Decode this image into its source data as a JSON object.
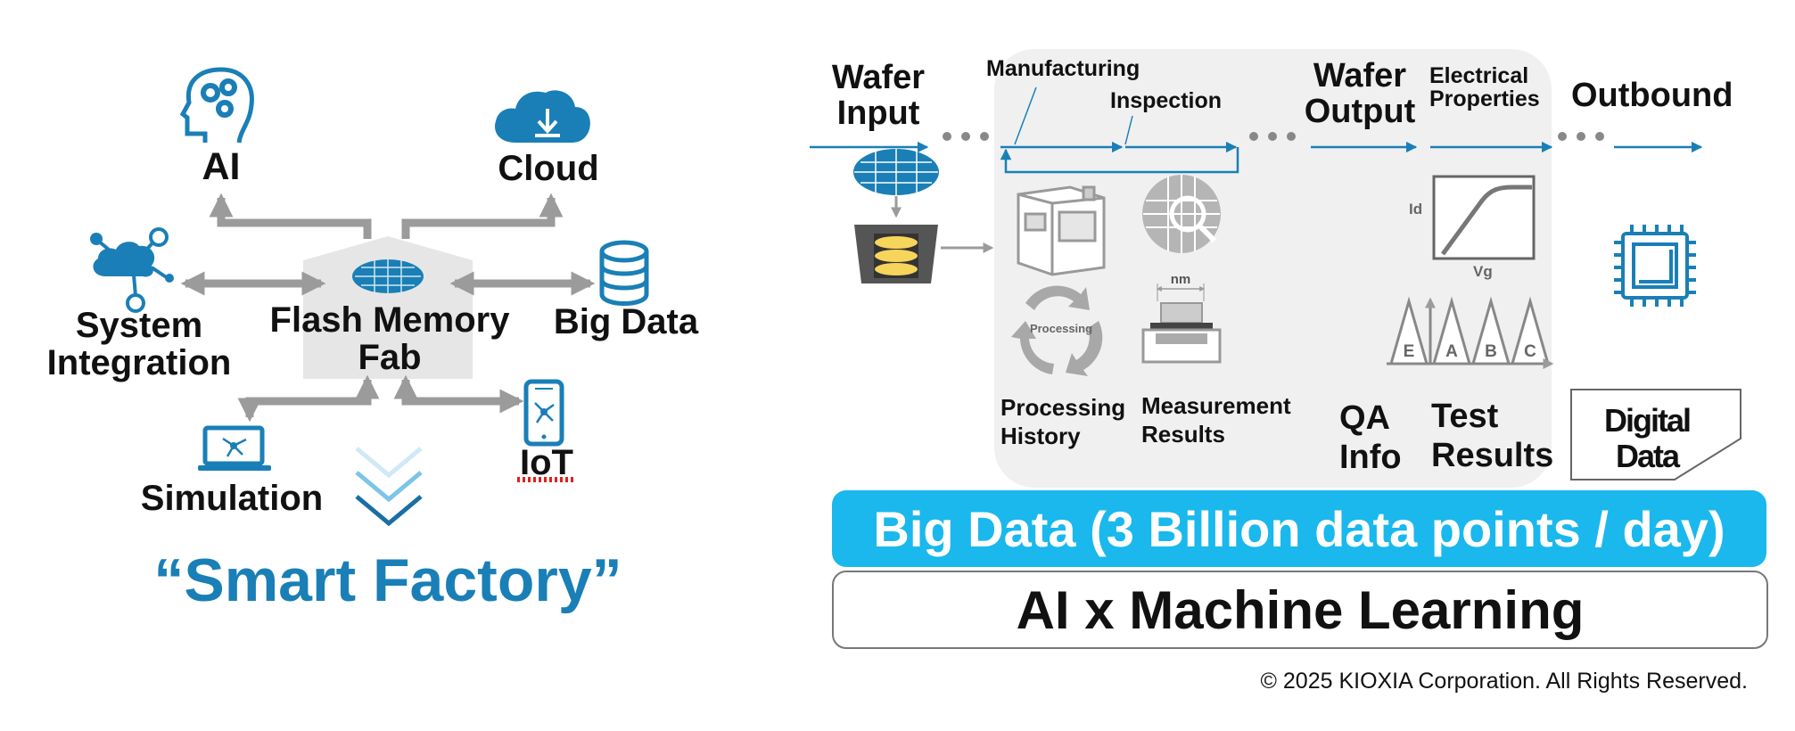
{
  "left": {
    "nodes": {
      "ai": "AI",
      "cloud": "Cloud",
      "system_integration": [
        "System",
        "Integration"
      ],
      "fab": [
        "Flash Memory",
        "Fab"
      ],
      "big_data": "Big Data",
      "simulation": "Simulation",
      "iot": "IoT"
    },
    "conclusion": "“Smart Factory”"
  },
  "right": {
    "flow": {
      "wafer_input": [
        "Wafer",
        "Input"
      ],
      "manufacturing": "Manufacturing",
      "inspection": "Inspection",
      "wafer_output": [
        "Wafer",
        "Output"
      ],
      "electrical_properties": [
        "Electrical",
        "Properties"
      ],
      "outbound": "Outbound"
    },
    "processing_icon_text": "Processing",
    "measurement_icon_unit": "nm",
    "graph_axes": {
      "y": "Id",
      "x": "Vg"
    },
    "distribution_letters": [
      "E",
      "A",
      "B",
      "C"
    ],
    "data_sources": {
      "processing_history": [
        "Processing",
        "History"
      ],
      "measurement_results": [
        "Measurement",
        "Results"
      ],
      "qa_info": [
        "QA",
        "Info"
      ],
      "test_results": [
        "Test",
        "Results"
      ],
      "digital_data": [
        "Digital",
        "Data"
      ]
    },
    "big_data_banner": "Big Data (3 Billion data points / day)",
    "ml_banner": "AI x Machine Learning"
  },
  "footer": {
    "copyright": "© 2025 KIOXIA Corporation. All Rights Reserved."
  },
  "colors": {
    "accent": "#1a7fb6",
    "banner": "#1ab8ec",
    "arrow_gray": "#9b9b9b",
    "panel": "#f0f0f0"
  },
  "icons": [
    "head-gears-icon",
    "cloud-download-icon",
    "network-cloud-icon",
    "database-icon",
    "laptop-network-icon",
    "smartphone-network-icon",
    "wafer-icon",
    "wafer-carrier-icon",
    "process-tool-icon",
    "wafer-inspection-icon",
    "processing-cycle-icon",
    "measurement-profile-icon",
    "id-vg-curve-icon",
    "bin-distribution-icon",
    "chip-icon"
  ]
}
